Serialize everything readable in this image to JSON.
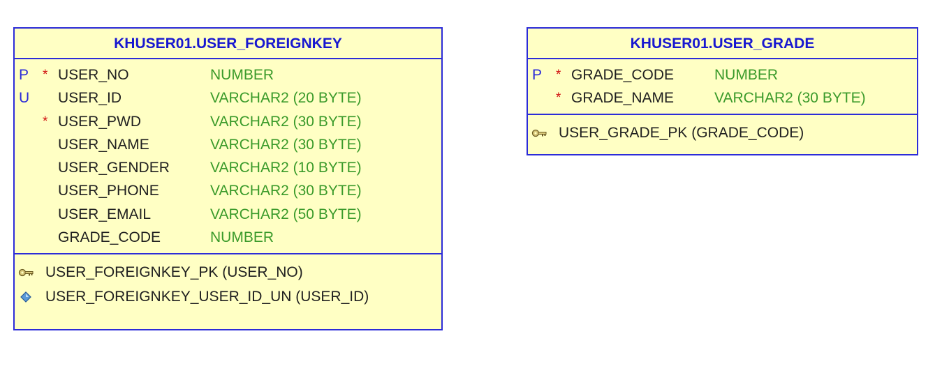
{
  "entities": [
    {
      "title": "KHUSER01.USER_FOREIGNKEY",
      "columns": [
        {
          "key": "P",
          "required": "*",
          "name": "USER_NO",
          "type": "NUMBER"
        },
        {
          "key": "U",
          "required": "",
          "name": "USER_ID",
          "type": "VARCHAR2 (20 BYTE)"
        },
        {
          "key": "",
          "required": "*",
          "name": "USER_PWD",
          "type": "VARCHAR2 (30 BYTE)"
        },
        {
          "key": "",
          "required": "",
          "name": "USER_NAME",
          "type": "VARCHAR2 (30 BYTE)"
        },
        {
          "key": "",
          "required": "",
          "name": "USER_GENDER",
          "type": "VARCHAR2 (10 BYTE)"
        },
        {
          "key": "",
          "required": "",
          "name": "USER_PHONE",
          "type": "VARCHAR2 (30 BYTE)"
        },
        {
          "key": "",
          "required": "",
          "name": "USER_EMAIL",
          "type": "VARCHAR2 (50 BYTE)"
        },
        {
          "key": "",
          "required": "",
          "name": "GRADE_CODE",
          "type": "NUMBER"
        }
      ],
      "constraints": [
        {
          "icon": "primary-key-icon",
          "text": "USER_FOREIGNKEY_PK (USER_NO)"
        },
        {
          "icon": "unique-key-icon",
          "text": "USER_FOREIGNKEY_USER_ID_UN (USER_ID)"
        }
      ]
    },
    {
      "title": "KHUSER01.USER_GRADE",
      "columns": [
        {
          "key": "P",
          "required": "*",
          "name": "GRADE_CODE",
          "type": "NUMBER"
        },
        {
          "key": "",
          "required": "*",
          "name": "GRADE_NAME",
          "type": "VARCHAR2 (30 BYTE)"
        }
      ],
      "constraints": [
        {
          "icon": "primary-key-icon",
          "text": "USER_GRADE_PK (GRADE_CODE)"
        }
      ]
    }
  ],
  "colors": {
    "entity_fill": "#ffffc4",
    "entity_border": "#2c2cd8",
    "title_text": "#1818d0",
    "type_text": "#3a9a2a",
    "required_marker": "#d01010"
  }
}
